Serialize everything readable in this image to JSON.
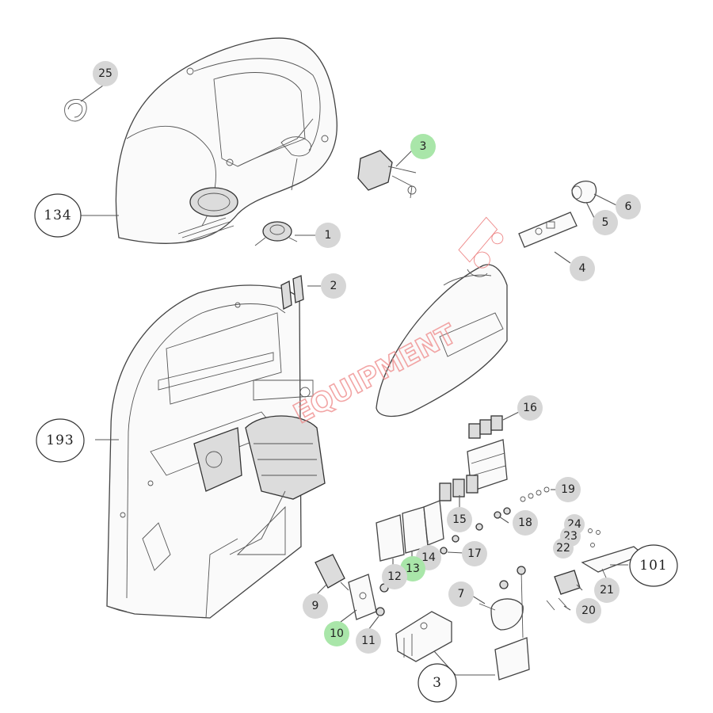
{
  "badges": {
    "b25": "25",
    "b3a": "3",
    "b6": "6",
    "b5": "5",
    "b4": "4",
    "b1": "1",
    "b2": "2",
    "b16": "16",
    "b19": "19",
    "b15": "15",
    "b18": "18",
    "b17": "17",
    "b14": "14",
    "b13": "13",
    "b12": "12",
    "b24": "24",
    "b23": "23",
    "b22": "22",
    "b21": "21",
    "b20": "20",
    "b9": "9",
    "b10": "10",
    "b11": "11",
    "b7": "7"
  },
  "ovals": {
    "o134": "134",
    "o193": "193",
    "o101": "101",
    "o3b": "3"
  },
  "watermark": "EQUIPMENT",
  "colors": {
    "badge_grey": "#d6d6d6",
    "badge_green": "#a9e6a9",
    "watermark": "#e88"
  }
}
